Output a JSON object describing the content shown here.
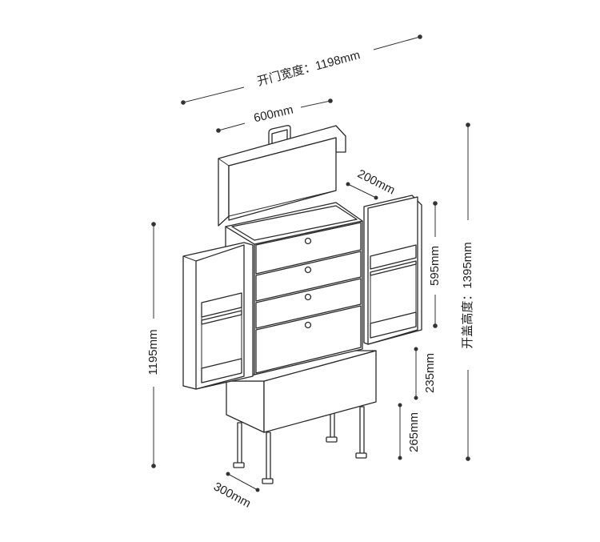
{
  "dimensions": {
    "open_door_width": "开门宽度：1198mm",
    "width": "600mm",
    "depth_top": "200mm",
    "door_height": "595mm",
    "open_lid_height": "开盖高度：1395mm",
    "body_height": "1195mm",
    "lower_box_height": "235mm",
    "leg_height": "265mm",
    "depth_bottom": "300mm"
  }
}
